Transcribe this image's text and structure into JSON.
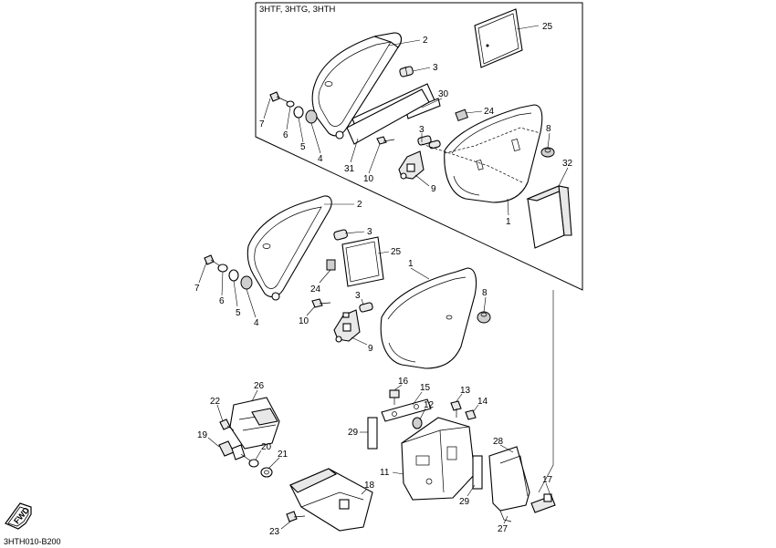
{
  "diagram": {
    "inset_header": "3HTF, 3HTG, 3HTH",
    "figure_code": "3HTH010-B200",
    "fwd_label": "FWD"
  },
  "callouts": [
    {
      "id": "c25a",
      "text": "25"
    },
    {
      "id": "c2a",
      "text": "2"
    },
    {
      "id": "c3a",
      "text": "3"
    },
    {
      "id": "c30",
      "text": "30"
    },
    {
      "id": "c24a",
      "text": "24"
    },
    {
      "id": "c7a",
      "text": "7"
    },
    {
      "id": "c6a",
      "text": "6"
    },
    {
      "id": "c5a",
      "text": "5"
    },
    {
      "id": "c4a",
      "text": "4"
    },
    {
      "id": "c31",
      "text": "31"
    },
    {
      "id": "c10a",
      "text": "10"
    },
    {
      "id": "c3b",
      "text": "3"
    },
    {
      "id": "c9a",
      "text": "9"
    },
    {
      "id": "c8a",
      "text": "8"
    },
    {
      "id": "c32",
      "text": "32"
    },
    {
      "id": "c1a",
      "text": "1"
    },
    {
      "id": "c2b",
      "text": "2"
    },
    {
      "id": "c3c",
      "text": "3"
    },
    {
      "id": "c25b",
      "text": "25"
    },
    {
      "id": "c1b",
      "text": "1"
    },
    {
      "id": "c7b",
      "text": "7"
    },
    {
      "id": "c6b",
      "text": "6"
    },
    {
      "id": "c5b",
      "text": "5"
    },
    {
      "id": "c4b",
      "text": "4"
    },
    {
      "id": "c24b",
      "text": "24"
    },
    {
      "id": "c3d",
      "text": "3"
    },
    {
      "id": "c10b",
      "text": "10"
    },
    {
      "id": "c8b",
      "text": "8"
    },
    {
      "id": "c9b",
      "text": "9"
    },
    {
      "id": "c26",
      "text": "26"
    },
    {
      "id": "c22",
      "text": "22"
    },
    {
      "id": "c19",
      "text": "19"
    },
    {
      "id": "c20",
      "text": "20"
    },
    {
      "id": "c21",
      "text": "21"
    },
    {
      "id": "c18",
      "text": "18"
    },
    {
      "id": "c23",
      "text": "23"
    },
    {
      "id": "c16",
      "text": "16"
    },
    {
      "id": "c15",
      "text": "15"
    },
    {
      "id": "c13",
      "text": "13"
    },
    {
      "id": "c14",
      "text": "14"
    },
    {
      "id": "c12",
      "text": "12"
    },
    {
      "id": "c29a",
      "text": "29"
    },
    {
      "id": "c11",
      "text": "11"
    },
    {
      "id": "c29b",
      "text": "29"
    },
    {
      "id": "c28",
      "text": "28"
    },
    {
      "id": "c17",
      "text": "17"
    },
    {
      "id": "c27",
      "text": "27"
    }
  ]
}
